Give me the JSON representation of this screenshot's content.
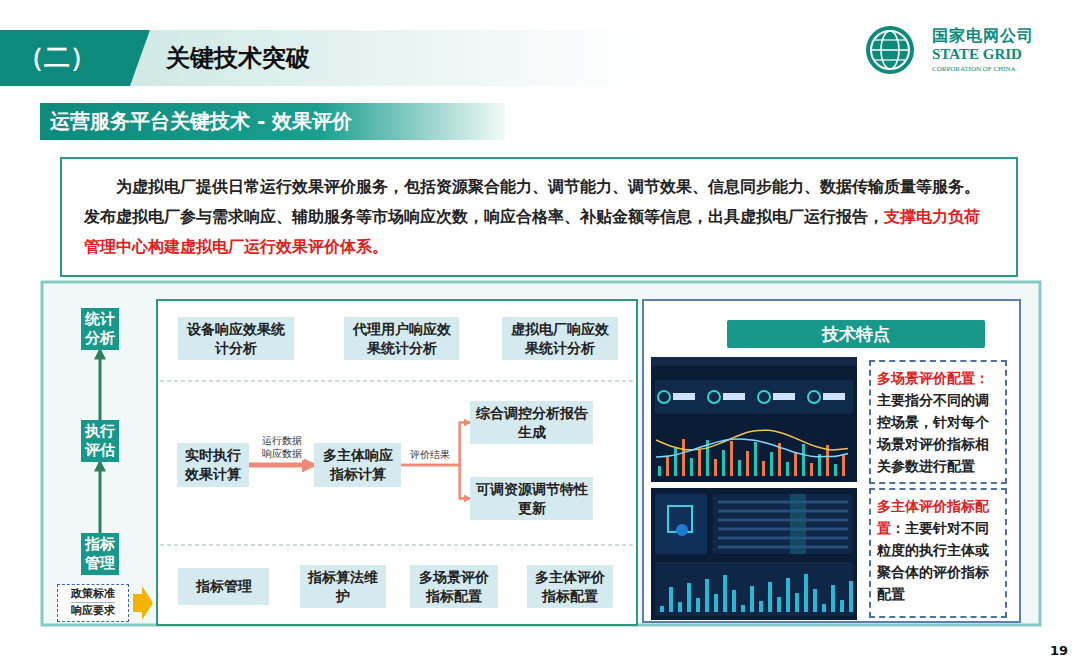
{
  "diagram": {
    "title": "关键技术突破",
    "nodes": [
      {
        "text": [
          "运营服务平台关键技术 - 效果评价"
        ]
      },
      {
        "text": [
          "为虚拟电厂提供日常运行效果评价服务，包括资源聚合能力、调节能力、调节效果、信息同步能力、数据传输质量等服务。发布虚拟电厂参与需求响应、辅助服务等市场响应次数，响应合格率、补贴金额等信息，出具虚拟电厂运行报告，",
          "支撑电力负荷管理中心构建虚拟电厂运行效果评价体系。"
        ]
      },
      {
        "text": [
          "统计分析"
        ]
      },
      {
        "text": [
          "执行评估"
        ]
      },
      {
        "text": [
          "指标管理"
        ]
      },
      {
        "text": [
          "政策标准",
          "响应要求"
        ]
      },
      {
        "text": [
          "设备响应效果统计分析"
        ]
      },
      {
        "text": [
          "代理用户响应效果统计分析"
        ]
      },
      {
        "text": [
          "虚拟电厂响应效果统计分析"
        ]
      },
      {
        "text": [
          "实时执行效果计算"
        ]
      },
      {
        "text": [
          "多主体响应指标计算"
        ]
      },
      {
        "text": [
          "综合调控分析报告生成"
        ]
      },
      {
        "text": [
          "可调资源调节特性更新"
        ]
      },
      {
        "text": [
          "指标管理"
        ]
      },
      {
        "text": [
          "指标算法维护"
        ]
      },
      {
        "text": [
          "多场景评价指标配置"
        ]
      },
      {
        "text": [
          "多主体评价指标配置"
        ]
      },
      {
        "text": [
          "技术特点"
        ]
      },
      {
        "text": [
          "多场景评价配置：",
          "主要指分不同的调控场景，针对每个场景对评价指标相关参数进行配置"
        ]
      },
      {
        "text": [
          "多主体评价指标配置",
          "：主要针对不同粒度的执行主体或聚合体的评价指标配置"
        ]
      }
    ],
    "edges": [
      {
        "from": 4,
        "to": 3,
        "arrow": "to"
      },
      {
        "from": 3,
        "to": 2,
        "arrow": "to"
      },
      {
        "from": 9,
        "to": 10,
        "label": "运行数据 响应数据",
        "arrow": "to"
      },
      {
        "from": 10,
        "to": 11,
        "label": "评价结果",
        "arrow": "to"
      },
      {
        "from": 10,
        "to": 12,
        "arrow": "to"
      }
    ],
    "labels": [
      "（二）",
      "国家电网公司",
      "STATE GRID",
      "CORPORATION OF CHINA",
      "19"
    ]
  }
}
